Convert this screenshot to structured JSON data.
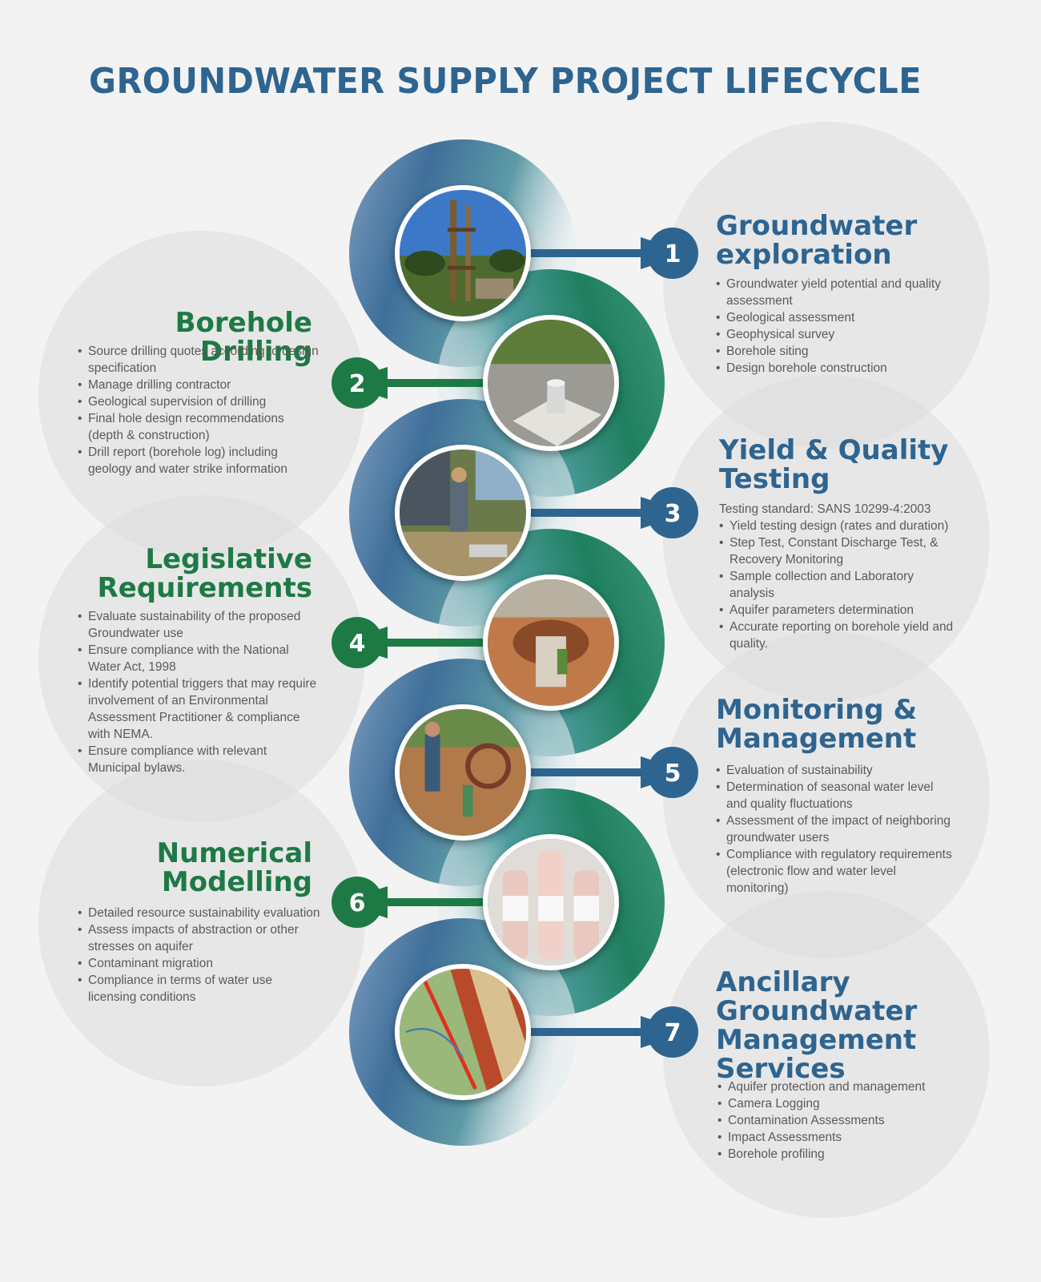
{
  "title": "GROUNDWATER SUPPLY PROJECT LIFECYCLE",
  "colors": {
    "blue": "#2e6490",
    "green": "#1e7a45",
    "text": "#5a5a5a",
    "background": "#f3f3f3"
  },
  "steps": [
    {
      "number": "1",
      "title_lines": [
        "Groundwater",
        "exploration"
      ],
      "side": "right",
      "color": "blue",
      "items": [
        "Groundwater yield potential and quality assessment",
        "Geological assessment",
        "Geophysical survey",
        "Borehole siting",
        "Design borehole construction"
      ]
    },
    {
      "number": "2",
      "title_lines": [
        "Borehole Drilling"
      ],
      "side": "left",
      "color": "green",
      "items": [
        "Source drilling quotes according to design specification",
        " Manage drilling contractor",
        "Geological supervision of drilling",
        "Final hole design recommendations (depth & construction)",
        "Drill report (borehole log) including geology and water strike information"
      ]
    },
    {
      "number": "3",
      "title_lines": [
        "Yield & Quality",
        "Testing"
      ],
      "side": "right",
      "color": "blue",
      "intro": "Testing standard: SANS 10299-4:2003",
      "items": [
        "Yield testing design (rates and duration)",
        "Step Test, Constant Discharge Test, & Recovery Monitoring",
        "Sample collection and Laboratory analysis",
        "Aquifer parameters determination",
        "Accurate reporting on borehole yield and quality."
      ]
    },
    {
      "number": "4",
      "title_lines": [
        "Legislative",
        "Requirements"
      ],
      "side": "left",
      "color": "green",
      "items": [
        "Evaluate sustainability of the proposed Groundwater use",
        "Ensure compliance with the National Water Act, 1998",
        "Identify potential triggers that may require involvement of an Environmental Assessment Practitioner & compliance with NEMA.",
        "Ensure compliance with relevant Municipal bylaws."
      ]
    },
    {
      "number": "5",
      "title_lines": [
        "Monitoring &",
        "Management"
      ],
      "side": "right",
      "color": "blue",
      "items": [
        "Evaluation of sustainability",
        "Determination of seasonal water level and quality fluctuations",
        "Assessment of the impact of neighboring groundwater users",
        "Compliance with regulatory requirements (electronic flow and water level monitoring)"
      ]
    },
    {
      "number": "6",
      "title_lines": [
        "Numerical",
        "Modelling"
      ],
      "side": "left",
      "color": "green",
      "items": [
        "Detailed resource sustainability evaluation",
        "Assess impacts of abstraction or other stresses on aquifer",
        "Contaminant migration",
        "Compliance in terms of water use licensing conditions"
      ]
    },
    {
      "number": "7",
      "title_lines": [
        "Ancillary",
        "Groundwater",
        "Management",
        "Services"
      ],
      "side": "right",
      "color": "blue",
      "items": [
        "Aquifer protection and management",
        "Camera Logging",
        "Contamination Assessments",
        "Impact Assessments",
        "Borehole profiling"
      ]
    }
  ]
}
